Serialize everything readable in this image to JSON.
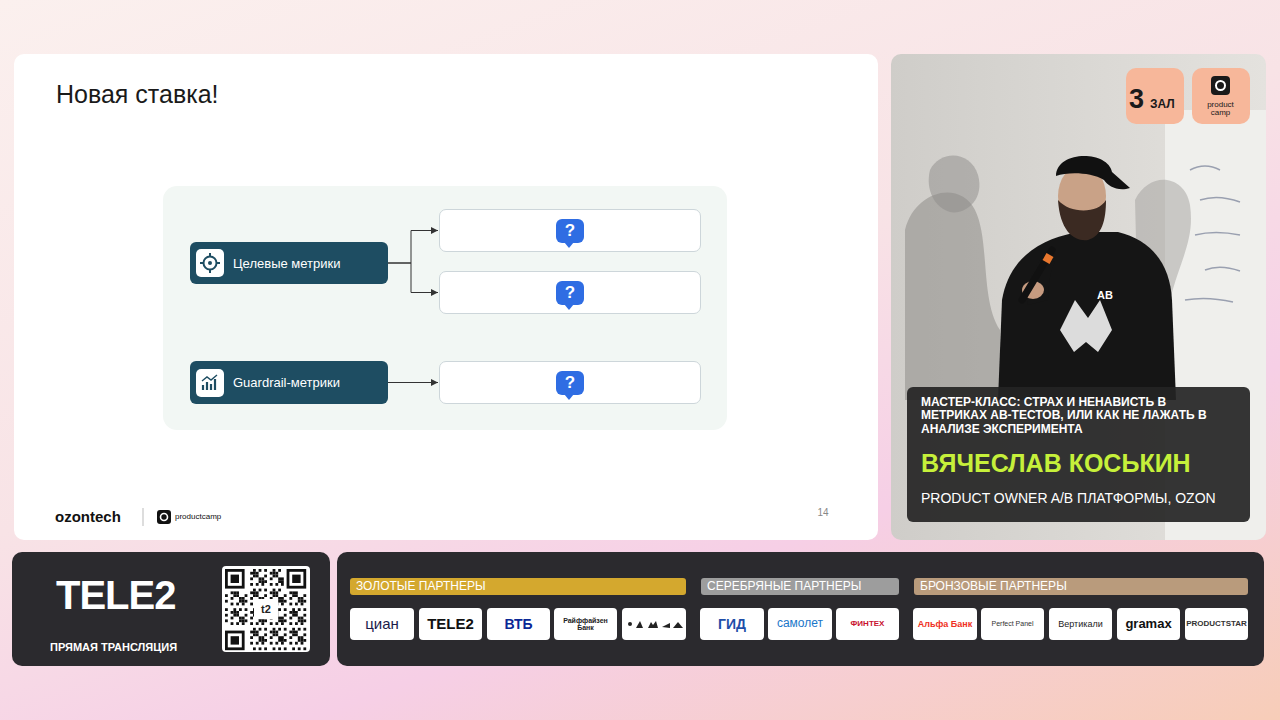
{
  "diagram": {
    "title": "Новая ставка!",
    "nodes": [
      {
        "text": [
          "Целевые метрики"
        ]
      },
      {
        "text": [
          "?"
        ]
      },
      {
        "text": [
          "?"
        ]
      },
      {
        "text": [
          "Guardrail-метрики"
        ]
      },
      {
        "text": [
          "?"
        ]
      }
    ],
    "edges": [
      {
        "from": 0,
        "to": 1,
        "arrow": "to"
      },
      {
        "from": 0,
        "to": 2,
        "arrow": "to"
      },
      {
        "from": 3,
        "to": 4,
        "arrow": "to"
      }
    ],
    "labels": [
      "14",
      "ozontech",
      "productcamp",
      "3",
      "ЗАЛ",
      "product camp",
      "AB",
      "МАСТЕР-КЛАСС: СТРАХ И НЕНАВИСТЬ В МЕТРИКАХ АВ-ТЕСТОВ, ИЛИ КАК НЕ ЛАЖАТЬ В АНАЛИЗЕ ЭКСПЕРИМЕНТА",
      "ВЯЧЕСЛАВ КОСЬКИН",
      "PRODUCT OWNER A/B ПЛАТФОРМЫ, OZON",
      "TELE2",
      "ПРЯМАЯ ТРАНСЛЯЦИЯ",
      "t2",
      "ЗОЛОТЫЕ ПАРТНЕРЫ",
      "СЕРЕБРЯНЫЕ ПАРТНЕРЫ",
      "БРОНЗОВЫЕ ПАРТНЕРЫ",
      "циан",
      "TELE2",
      "ВТБ",
      "Райффайзен Банк",
      "ГИД",
      "самолет",
      "ФИНТЕХ",
      "Альфа Банк",
      "Perfect Panel",
      "Вертикали",
      "gramax",
      "PRODUCTSTAR"
    ]
  }
}
